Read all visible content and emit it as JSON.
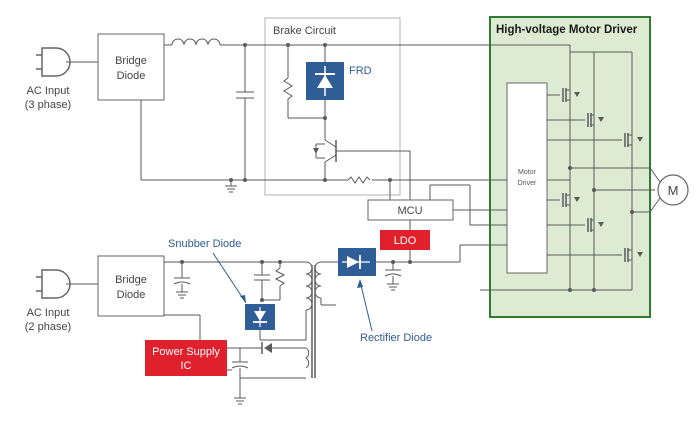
{
  "labels": {
    "ac_input_3": [
      "AC Input",
      "(3 phase)"
    ],
    "ac_input_2": [
      "AC Input",
      "(2 phase)"
    ],
    "bridge_diode": [
      "Bridge",
      "Diode"
    ],
    "brake_circuit": "Brake Circuit",
    "frd": "FRD",
    "high_voltage_motor_driver": "High-voltage Motor Driver",
    "motor_driver": [
      "Motor",
      "Driver"
    ],
    "motor": "M",
    "mcu": "MCU",
    "ldo": "LDO",
    "snubber_diode": "Snubber Diode",
    "rectifier_diode": "Rectifier Diode",
    "power_supply_ic": [
      "Power Supply",
      "IC"
    ]
  },
  "colors": {
    "highlight_blue": "#2f5d95",
    "highlight_red": "#e0202c",
    "motor_driver_fill": "#dcebd2",
    "motor_driver_border": "#2e7d32",
    "wire": "#5a5a5a",
    "label_blue": "#2f5d95"
  },
  "icons": {
    "ac_plug": "ac-plug-icon",
    "diode": "diode-icon",
    "motor": "motor-icon"
  }
}
